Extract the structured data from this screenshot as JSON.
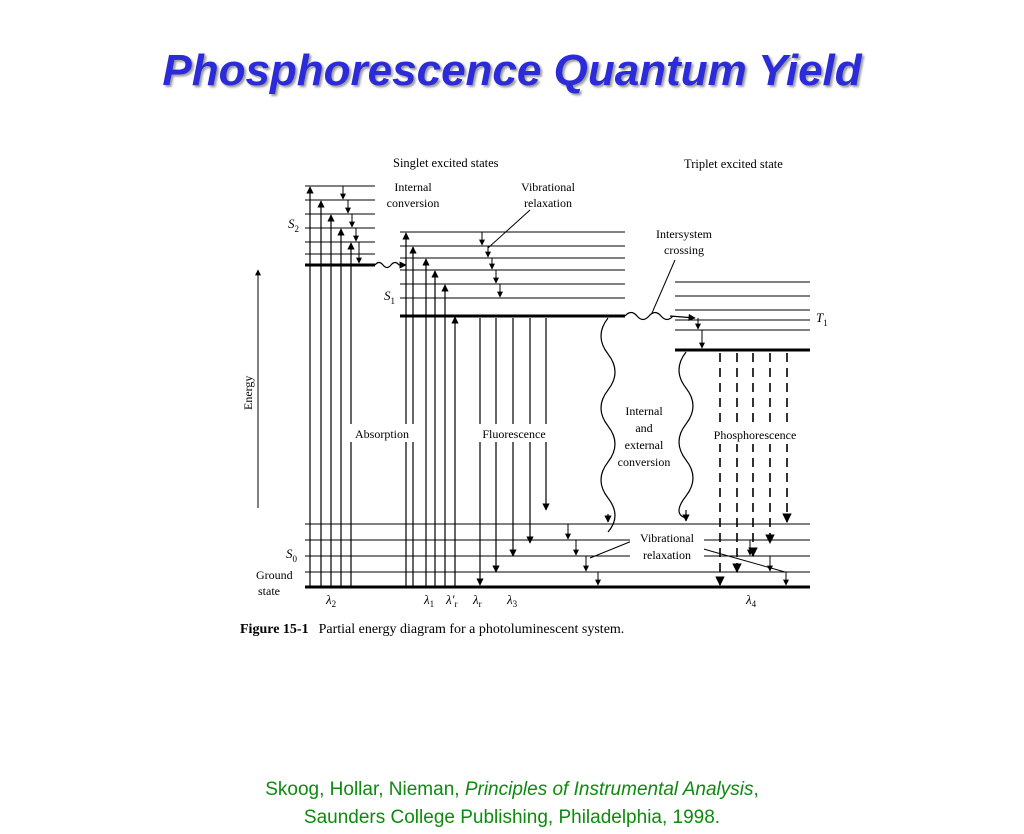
{
  "slide": {
    "title": "Phosphorescence Quantum Yield"
  },
  "diagram": {
    "labels": {
      "singlet_states": "Singlet excited states",
      "triplet_state": "Triplet excited state",
      "internal_conversion_top_1": "Internal",
      "internal_conversion_top_2": "conversion",
      "vibrational_relaxation_top_1": "Vibrational",
      "vibrational_relaxation_top_2": "relaxation",
      "intersystem_crossing_1": "Intersystem",
      "intersystem_crossing_2": "crossing",
      "energy_axis": "Energy",
      "absorption": "Absorption",
      "fluorescence": "Fluorescence",
      "internal_external_1": "Internal",
      "internal_external_2": "and",
      "internal_external_3": "external",
      "internal_external_4": "conversion",
      "phosphorescence": "Phosphorescence",
      "vibrational_relaxation_bottom_1": "Vibrational",
      "vibrational_relaxation_bottom_2": "relaxation",
      "s2": "S",
      "s2_sub": "2",
      "s1": "S",
      "s1_sub": "1",
      "s0": "S",
      "s0_sub": "0",
      "t1": "T",
      "t1_sub": "1",
      "ground_1": "Ground",
      "ground_2": "state",
      "lambda2": "λ",
      "lambda2_sub": "2",
      "lambda1": "λ",
      "lambda1_sub": "1",
      "lambda_r_prime": "λ′",
      "lambda_r_prime_sub": "r",
      "lambda_r": "λ",
      "lambda_r_sub": "r",
      "lambda3": "λ",
      "lambda3_sub": "3",
      "lambda4": "λ",
      "lambda4_sub": "4"
    }
  },
  "figure": {
    "label": "Figure 15-1",
    "text": "Partial energy diagram for a photoluminescent system."
  },
  "citation": {
    "authors": "Skoog, Hollar, Nieman, ",
    "book": "Principles of Instrumental Analysis",
    "comma": ",",
    "publisher": "Saunders College Publishing, Philadelphia, 1998."
  }
}
